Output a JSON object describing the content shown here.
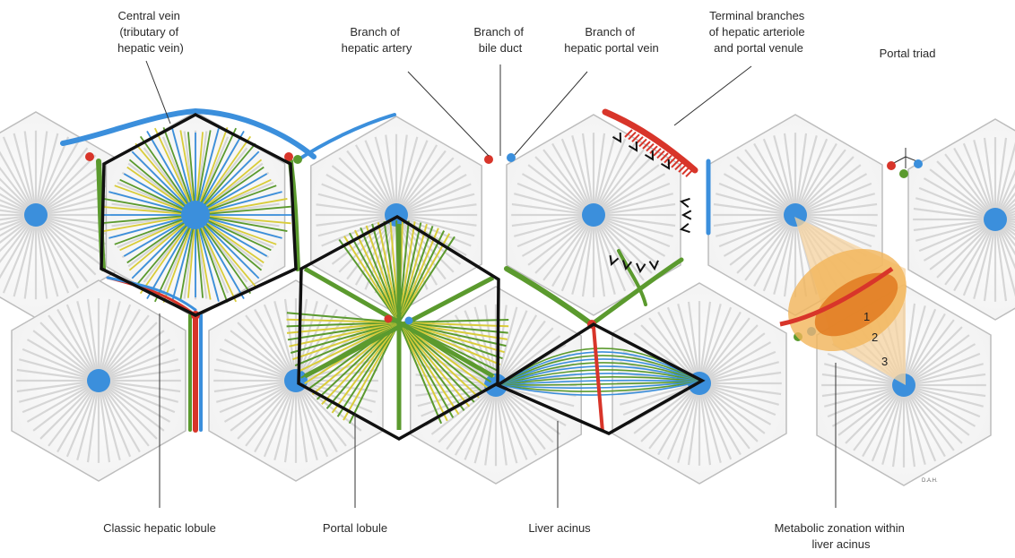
{
  "labels": {
    "central_vein": [
      "Central vein",
      "(tributary of",
      "hepatic vein)"
    ],
    "branch_hepatic_artery": [
      "Branch of",
      "hepatic artery"
    ],
    "branch_bile_duct": [
      "Branch of",
      "bile duct"
    ],
    "branch_portal_vein": [
      "Branch of",
      "hepatic portal vein"
    ],
    "terminal_branches": [
      "Terminal branches",
      "of hepatic arteriole",
      "and portal venule"
    ],
    "portal_triad": "Portal triad",
    "classic_lobule": "Classic hepatic lobule",
    "portal_lobule": "Portal lobule",
    "liver_acinus": "Liver acinus",
    "metabolic_zonation": [
      "Metabolic zonation within",
      "liver acinus"
    ]
  },
  "zones": [
    "1",
    "2",
    "3"
  ],
  "signature": "D.A.H.",
  "colors": {
    "hepatic_vein": "#3b8fdc",
    "hepatic_artery": "#d8352a",
    "bile_duct": "#5b9a2e",
    "portal_vein": "#3b8fdc",
    "sinusoid_yellow": "#d9cc3a",
    "outline": "#111111",
    "zonation": "#f0a030"
  }
}
